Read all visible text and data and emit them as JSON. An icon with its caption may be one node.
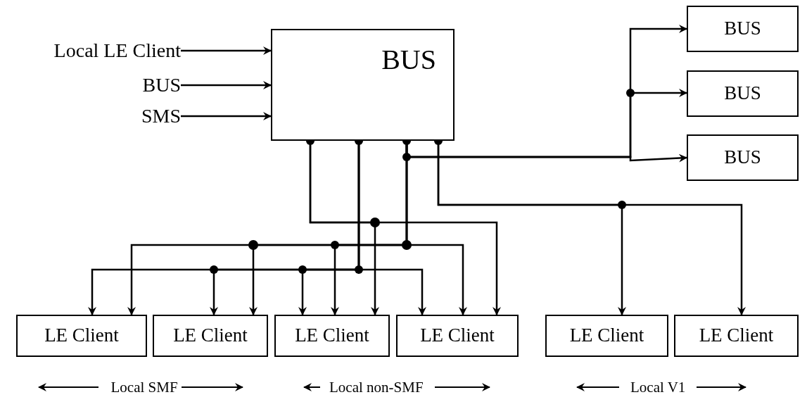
{
  "diagram": {
    "nodes": [
      {
        "text": [
          "BUS"
        ]
      },
      {
        "text": [
          "Local LE Client"
        ]
      },
      {
        "text": [
          "BUS"
        ]
      },
      {
        "text": [
          "SMS"
        ]
      },
      {
        "text": [
          "BUS"
        ]
      },
      {
        "text": [
          "BUS"
        ]
      },
      {
        "text": [
          "BUS"
        ]
      },
      {
        "text": [
          "LE Client"
        ]
      },
      {
        "text": [
          "LE Client"
        ]
      },
      {
        "text": [
          "LE Client"
        ]
      },
      {
        "text": [
          "LE Client"
        ]
      },
      {
        "text": [
          "LE Client"
        ]
      },
      {
        "text": [
          "LE Client"
        ]
      }
    ],
    "edges": [
      {
        "from": 1,
        "to": 0,
        "arrow": "to"
      },
      {
        "from": 2,
        "to": 0,
        "arrow": "to"
      },
      {
        "from": 3,
        "to": 0,
        "arrow": "to"
      },
      {
        "from": 0,
        "to": 4,
        "arrow": "to"
      },
      {
        "from": 0,
        "to": 5,
        "arrow": "to"
      },
      {
        "from": 0,
        "to": 6,
        "arrow": "to"
      },
      {
        "from": 0,
        "to": 7,
        "arrow": "to"
      },
      {
        "from": 0,
        "to": 7,
        "arrow": "to"
      },
      {
        "from": 0,
        "to": 8,
        "arrow": "to"
      },
      {
        "from": 0,
        "to": 8,
        "arrow": "to"
      },
      {
        "from": 0,
        "to": 9,
        "arrow": "to"
      },
      {
        "from": 0,
        "to": 9,
        "arrow": "to"
      },
      {
        "from": 0,
        "to": 9,
        "arrow": "to"
      },
      {
        "from": 0,
        "to": 10,
        "arrow": "to"
      },
      {
        "from": 0,
        "to": 10,
        "arrow": "to"
      },
      {
        "from": 0,
        "to": 10,
        "arrow": "to"
      },
      {
        "from": 0,
        "to": 11,
        "arrow": "to"
      },
      {
        "from": 0,
        "to": 12,
        "arrow": "to"
      }
    ],
    "labels": [
      "Local SMF",
      "Local non-SMF",
      "Local V1"
    ]
  }
}
